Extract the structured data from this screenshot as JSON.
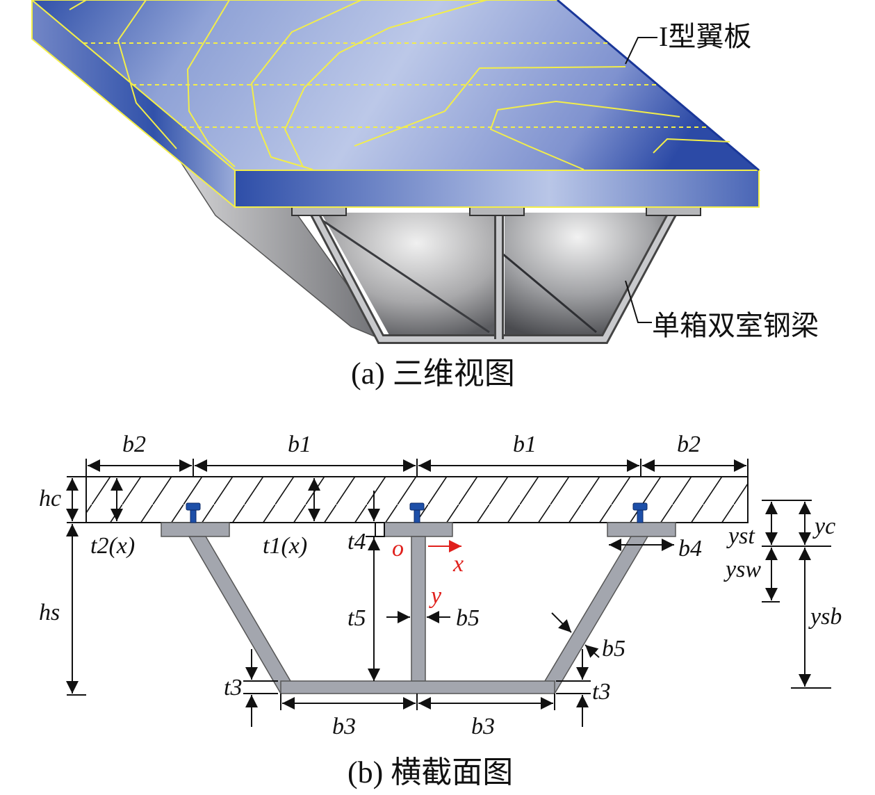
{
  "view_3d": {
    "caption": "(a) 三维视图",
    "callout_flange": "I型翼板",
    "callout_girder": "单箱双室钢梁"
  },
  "cross_section": {
    "caption": "(b) 横截面图",
    "labels": {
      "b2_left": "b2",
      "b1_left": "b1",
      "b1_right": "b1",
      "b2_right": "b2",
      "hc": "hc",
      "hs": "hs",
      "t2x": "t2(x)",
      "t1x": "t1(x)",
      "t4": "t4",
      "origin": "o",
      "axis_x": "x",
      "axis_y": "y",
      "t5": "t5",
      "b5_web": "b5",
      "b5_side": "b5",
      "b4": "b4",
      "t3_left": "t3",
      "t3_right": "t3",
      "b3_left": "b3",
      "b3_right": "b3",
      "yc": "yc",
      "yst": "yst",
      "ysw": "ysw",
      "ysb": "ysb"
    }
  },
  "colors": {
    "slab_dark": "#2c4aa6",
    "slab_light": "#b7c4e6",
    "contour": "#f3ee49",
    "steel": "#a3a6ae",
    "connector": "#1d4fa8",
    "axis_red": "#e0201c"
  }
}
